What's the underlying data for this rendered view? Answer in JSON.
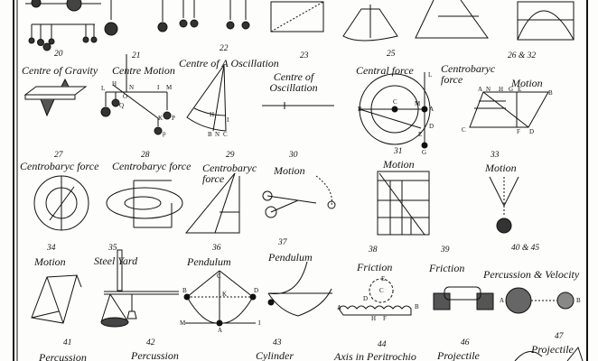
{
  "plate": {
    "figures": [
      {
        "number": "20",
        "title": "Centre of Gravity"
      },
      {
        "number": "21",
        "title": "Centre Motion"
      },
      {
        "number": "22",
        "title": "Centre of A Oscillation"
      },
      {
        "number": "23",
        "title": "Centre of Oscillation"
      },
      {
        "number": "25",
        "title": "Central force"
      },
      {
        "number": "26 & 32",
        "title": "Centrobaryc force",
        "title2": "Motion"
      },
      {
        "number": "27",
        "title": "Centrobaryc force"
      },
      {
        "number": "28",
        "title": "Centrobaryc force"
      },
      {
        "number": "29",
        "title": "Centrobaryc force"
      },
      {
        "number": "30",
        "title": "Motion"
      },
      {
        "number": "31",
        "title": "Motion"
      },
      {
        "number": "33",
        "title": "Motion"
      },
      {
        "number": "34",
        "title": "Motion"
      },
      {
        "number": "35",
        "title": "Steel Yard"
      },
      {
        "number": "36",
        "title": "Pendulum"
      },
      {
        "number": "37",
        "title": "Pendulum"
      },
      {
        "number": "38",
        "title": "Friction"
      },
      {
        "number": "39",
        "title": "Friction"
      },
      {
        "number": "40 & 45",
        "title": "Percussion & Velocity"
      },
      {
        "number": "41",
        "title": "Percussion"
      },
      {
        "number": "42",
        "title": "Percussion"
      },
      {
        "number": "43",
        "title": "Cylinder"
      },
      {
        "number": "44",
        "title": "Axis in Peritrochio"
      },
      {
        "number": "46",
        "title": "Projectile"
      },
      {
        "number": "47",
        "title": "Projectile"
      }
    ],
    "letters": {
      "fig21": [
        "H",
        "N",
        "I",
        "M",
        "L",
        "O",
        "Q",
        "K",
        "P",
        "p"
      ],
      "fig22": [
        "B",
        "N",
        "C",
        "H",
        "I"
      ],
      "fig25": [
        "L",
        "B",
        "C",
        "M",
        "A",
        "E",
        "D",
        "G"
      ],
      "fig26": [
        "A",
        "N",
        "H",
        "G",
        "E",
        "B",
        "C",
        "F",
        "D"
      ],
      "fig36": [
        "C",
        "B",
        "D",
        "K",
        "M",
        "A",
        "I"
      ],
      "fig38": [
        "E",
        "C",
        "D",
        "A",
        "B",
        "H",
        "F"
      ],
      "fig40": [
        "A",
        "B"
      ]
    }
  }
}
